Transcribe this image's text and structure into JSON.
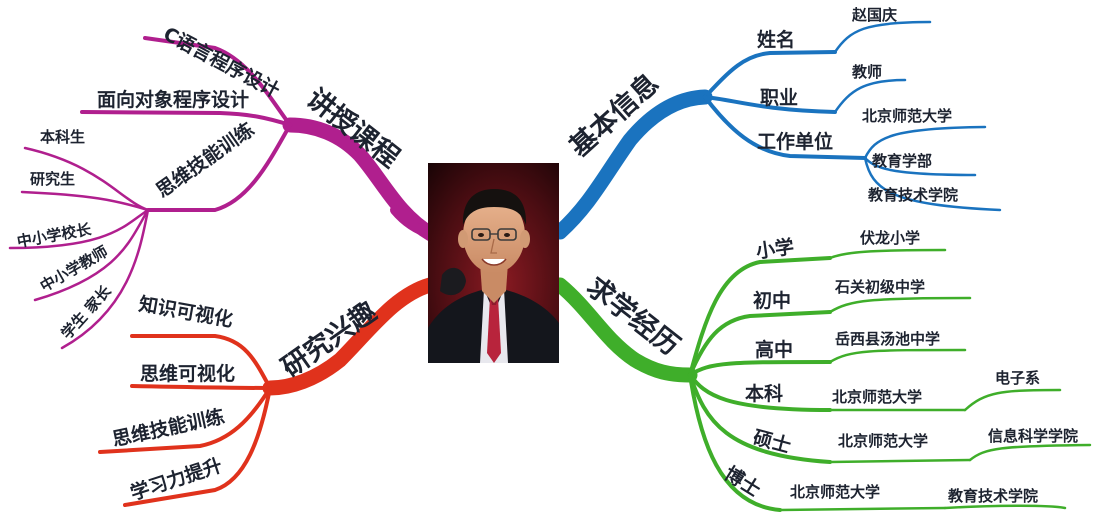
{
  "colors": {
    "magenta": "#b01f8e",
    "blue": "#1a73bf",
    "red": "#e0321c",
    "green": "#3fae2a",
    "text": "#1d2330"
  },
  "photo": {
    "icon": "portrait-photo"
  },
  "branches": {
    "courses": {
      "label": "讲授课程",
      "children": {
        "c_language": "C语言程序设计",
        "oop": "面向对象程序设计",
        "thinking_training": "思维技能训练"
      },
      "audiences": [
        "本科生",
        "研究生",
        "中小学校长",
        "中小学教师",
        "学生 家长"
      ]
    },
    "basic_info": {
      "label": "基本信息",
      "name": {
        "label": "姓名",
        "value": "赵国庆"
      },
      "occupation": {
        "label": "职业",
        "value": "教师"
      },
      "workplace": {
        "label": "工作单位",
        "values": [
          "北京师范大学",
          "教育学部",
          "教育技术学院"
        ]
      }
    },
    "research": {
      "label": "研究兴趣",
      "items": [
        "知识可视化",
        "思维可视化",
        "思维技能训练",
        "学习力提升"
      ]
    },
    "education": {
      "label": "求学经历",
      "items": [
        {
          "level": "小学",
          "school": "伏龙小学"
        },
        {
          "level": "初中",
          "school": "石关初级中学"
        },
        {
          "level": "高中",
          "school": "岳西县汤池中学"
        },
        {
          "level": "本科",
          "school": "北京师范大学",
          "department": "电子系"
        },
        {
          "level": "硕士",
          "school": "北京师范大学",
          "department": "信息科学学院"
        },
        {
          "level": "博士",
          "school": "北京师范大学",
          "department": "教育技术学院"
        }
      ]
    }
  }
}
